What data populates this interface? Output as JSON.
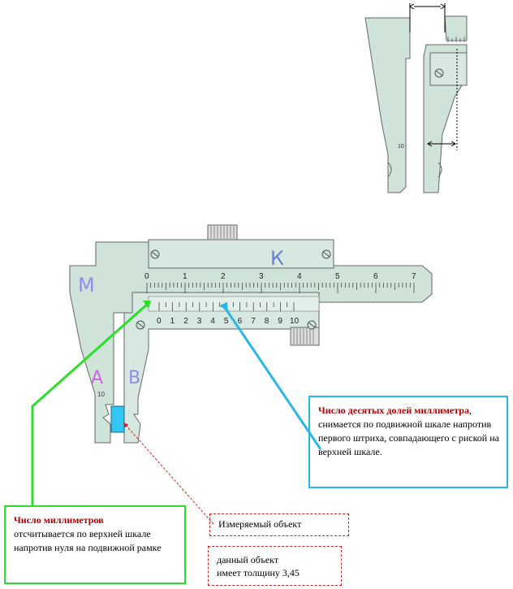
{
  "main_letters": {
    "m": "М",
    "k": "К",
    "a": "А",
    "b": "В"
  },
  "main_scale_labels": [
    "0",
    "1",
    "2",
    "3",
    "4",
    "5",
    "6",
    "7"
  ],
  "vernier_labels": [
    "0",
    "1",
    "2",
    "3",
    "4",
    "5",
    "6",
    "7",
    "8",
    "9",
    "10"
  ],
  "jaw_label": "10",
  "detail_jaw_label": "10",
  "callouts": {
    "tenths": {
      "title": "Число десятых долей миллиметра",
      "body": ", снимается по подвижной шкале напротив первого штриха, совпадающего с риской на верхней шкале."
    },
    "mm": {
      "title": "Число миллиметров",
      "body": "отсчитывается по верхней шкале напротив нуля на подвижной рамке"
    },
    "object": {
      "label": "Измеряемый объект"
    },
    "thickness": {
      "line1": "данный объект",
      "line2": "имеет толщину 3,45"
    }
  },
  "colors": {
    "body": "#cfe3d9",
    "outline": "#666666",
    "letters": "#8e8ee6",
    "letter_k": "#6a7fd6",
    "green": "#2adf2a",
    "cyan": "#29b6e6",
    "object": "#33c6f2",
    "red": "#b00000"
  }
}
